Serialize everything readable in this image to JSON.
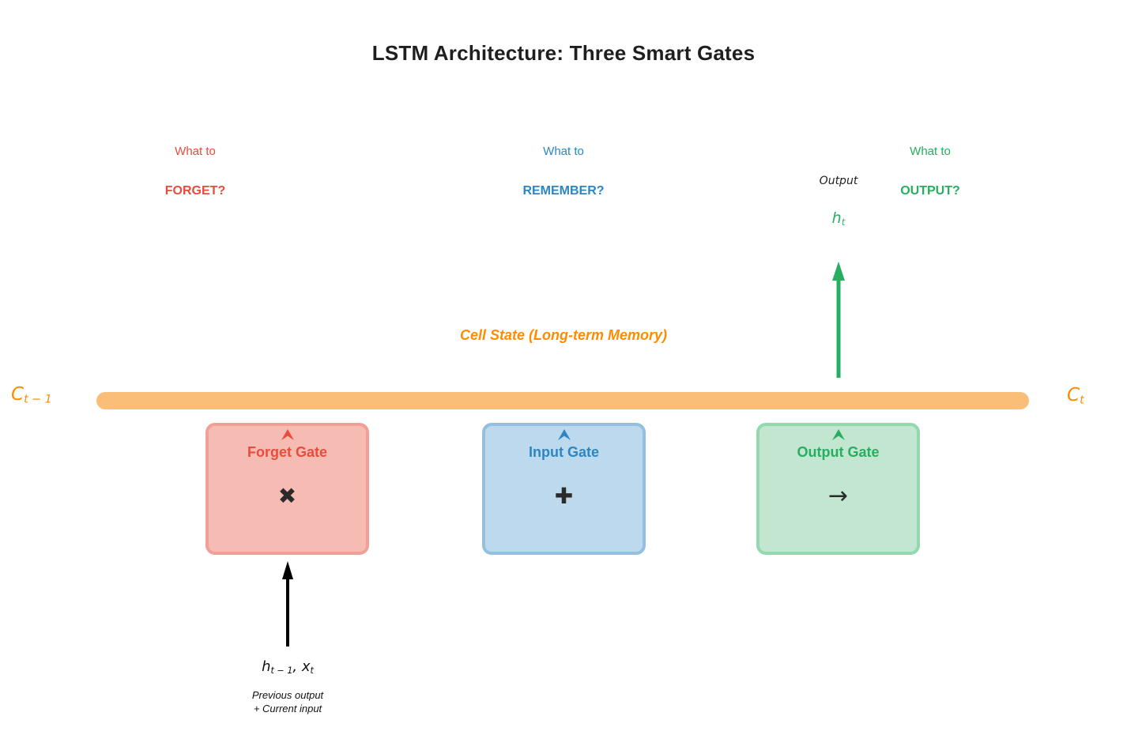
{
  "title": "LSTM Architecture: Three Smart Gates",
  "questions": [
    {
      "line1": "What to",
      "line2": "FORGET?",
      "color": "#E74C3C"
    },
    {
      "line1": "What to",
      "line2": "REMEMBER?",
      "color": "#2E86C1"
    },
    {
      "line1": "What to",
      "line2": "OUTPUT?",
      "color": "#27AE60"
    }
  ],
  "output_flow": {
    "label": "Output",
    "var_base": "h",
    "var_sub": "t",
    "arrow_color": "#27AE60"
  },
  "cell_state": {
    "label": "Cell State (Long-term Memory)",
    "label_color": "#FF8C00",
    "bar_color": "#FBBE78",
    "left": {
      "base": "C",
      "sub": "t − 1"
    },
    "right": {
      "base": "C",
      "sub": "t"
    }
  },
  "gates": [
    {
      "label": "Forget Gate",
      "symbol": "✖",
      "accent": "#E74C3C",
      "fill": "#F6BCB4",
      "border": "#F0A096"
    },
    {
      "label": "Input Gate",
      "symbol": "✚",
      "accent": "#2E86C1",
      "fill": "#BDD9ED",
      "border": "#92C0DE"
    },
    {
      "label": "Output Gate",
      "symbol": "→",
      "accent": "#27AE60",
      "fill": "#C2E6D0",
      "border": "#95D8AE"
    }
  ],
  "input_flow": {
    "h_base": "h",
    "h_sub": "t − 1",
    "separator": ", ",
    "x_base": "x",
    "x_sub": "t",
    "desc_line1": "Previous output",
    "desc_line2": "+ Current input",
    "arrow_color": "#000000"
  }
}
